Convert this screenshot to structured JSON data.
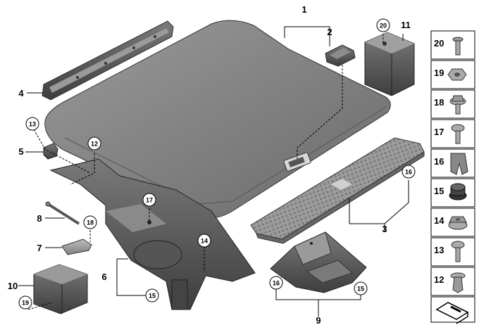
{
  "callouts": [
    {
      "num": "1",
      "circled": false
    },
    {
      "num": "2",
      "circled": false
    },
    {
      "num": "3",
      "circled": false
    },
    {
      "num": "4",
      "circled": false
    },
    {
      "num": "5",
      "circled": false
    },
    {
      "num": "6",
      "circled": false
    },
    {
      "num": "7",
      "circled": false
    },
    {
      "num": "8",
      "circled": false
    },
    {
      "num": "9",
      "circled": false
    },
    {
      "num": "10",
      "circled": false
    },
    {
      "num": "11",
      "circled": false
    },
    {
      "num": "12",
      "circled": true
    },
    {
      "num": "13",
      "circled": true
    },
    {
      "num": "14",
      "circled": true
    },
    {
      "num": "15",
      "circled": true
    },
    {
      "num": "16",
      "circled": true
    },
    {
      "num": "17",
      "circled": true
    },
    {
      "num": "18",
      "circled": true
    },
    {
      "num": "19",
      "circled": true
    },
    {
      "num": "20",
      "circled": true
    }
  ],
  "legend": {
    "items": [
      {
        "num": "20",
        "part": "bolt-icon"
      },
      {
        "num": "19",
        "part": "hex-nut-icon"
      },
      {
        "num": "18",
        "part": "flange-nut-bolt-icon"
      },
      {
        "num": "17",
        "part": "round-head-screw-icon"
      },
      {
        "num": "16",
        "part": "spring-clip-icon"
      },
      {
        "num": "15",
        "part": "rubber-plug-icon"
      },
      {
        "num": "14",
        "part": "flange-nut-icon"
      },
      {
        "num": "13",
        "part": "torx-screw-icon"
      },
      {
        "num": "12",
        "part": "push-rivet-icon"
      }
    ],
    "footer_icon": "diagram-symbol-icon"
  },
  "colors": {
    "part_dark": "#6f6f6f",
    "part_mid": "#8c8c8c",
    "part_light": "#b5b5b5",
    "outline": "#333333"
  }
}
